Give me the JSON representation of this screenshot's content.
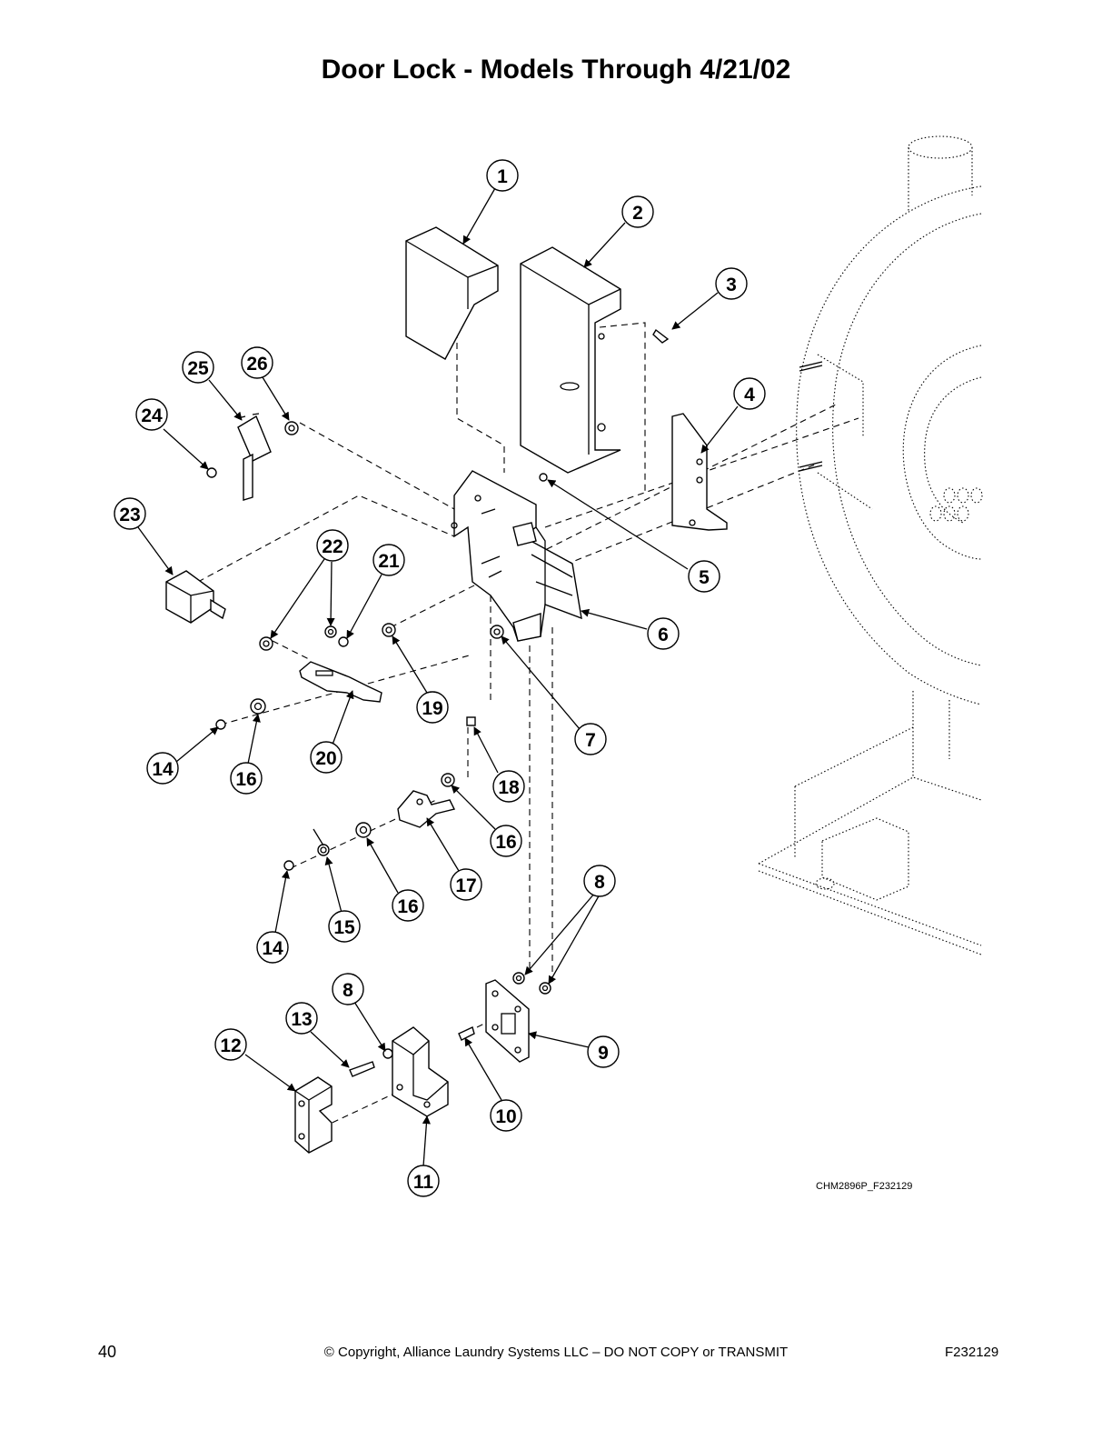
{
  "header": {
    "title": "Door Lock - Models Through 4/21/02"
  },
  "figure": {
    "id": "CHM2896P_F232129"
  },
  "footer": {
    "page_number": "40",
    "copyright": "© Copyright, Alliance Laundry Systems LLC – DO NOT COPY or TRANSMIT",
    "doc_code": "F232129"
  },
  "callouts": [
    "1",
    "2",
    "3",
    "4",
    "5",
    "6",
    "7",
    "8",
    "8",
    "9",
    "10",
    "11",
    "12",
    "13",
    "14",
    "14",
    "15",
    "16",
    "16",
    "16",
    "17",
    "18",
    "19",
    "20",
    "21",
    "22",
    "23",
    "24",
    "25",
    "26"
  ]
}
